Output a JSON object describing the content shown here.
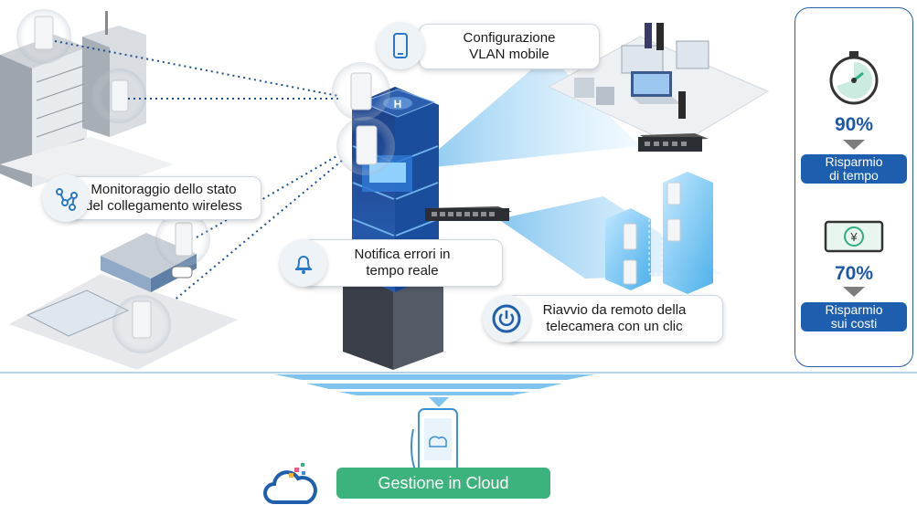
{
  "callouts": {
    "vlan": {
      "line1": "Configurazione",
      "line2": "VLAN mobile"
    },
    "monitor": {
      "line1": "Monitoraggio dello stato",
      "line2": "del collegamento wireless"
    },
    "notify": {
      "line1": "Notifica errori in",
      "line2": "tempo reale"
    },
    "reboot": {
      "line1": "Riavvio da remoto della",
      "line2": "telecamera con un clic"
    }
  },
  "side_panel": {
    "time": {
      "percent": "90%",
      "line1": "Risparmio",
      "line2": "di tempo"
    },
    "cost": {
      "percent": "70%",
      "line1": "Risparmio",
      "line2": "sui costi"
    },
    "currency_symbol": "¥"
  },
  "cloud": {
    "label": "Gestione in Cloud"
  },
  "colors": {
    "accent_blue": "#1d5fae",
    "cloud_green": "#3cb37d",
    "beam_blue": "#7fc3ee"
  },
  "icons": [
    "smartphone-icon",
    "network-nodes-icon",
    "bell-icon",
    "power-icon",
    "stopwatch-icon",
    "banknote-icon",
    "cloud-icon"
  ]
}
